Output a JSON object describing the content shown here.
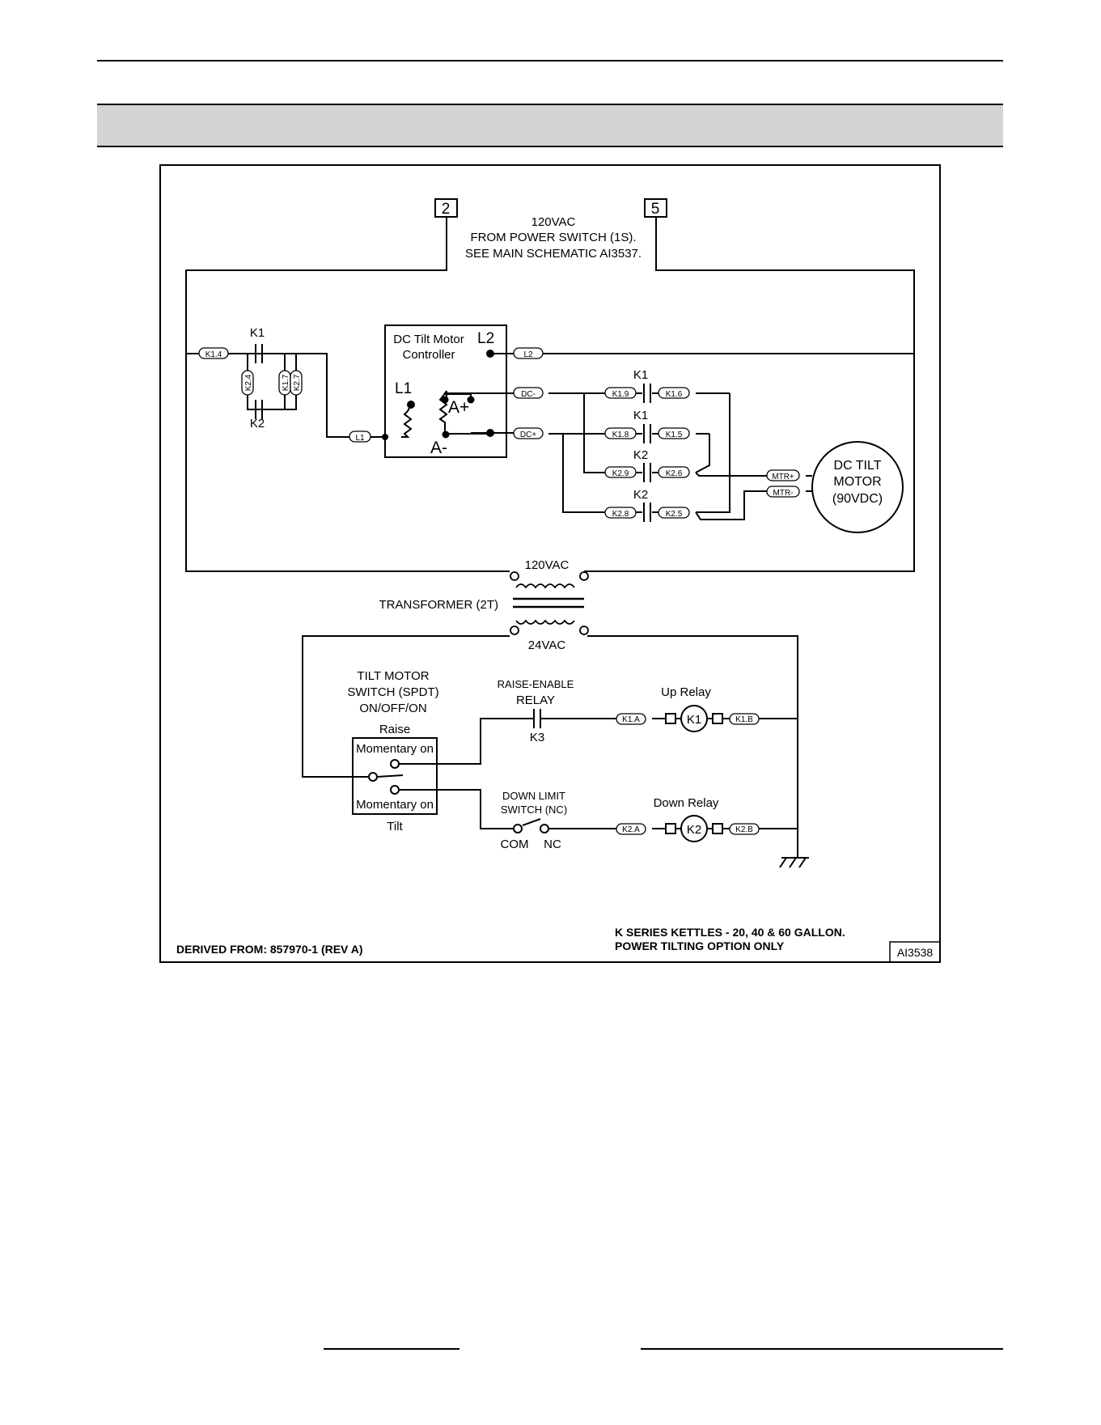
{
  "frame": {
    "drawing_number": "AI3538"
  },
  "supply": {
    "terminal_left": "2",
    "terminal_right": "5",
    "note_line1": "120VAC",
    "note_line2": "FROM POWER SWITCH (1S).",
    "note_line3": "SEE MAIN SCHEMATIC AI3537."
  },
  "controller": {
    "title_line1": "DC Tilt Motor",
    "title_line2": "Controller",
    "l1": "L1",
    "l2": "L2",
    "a_plus": "A+",
    "a_minus": "A-"
  },
  "relays": {
    "k1": "K1",
    "k2": "K2",
    "k3": "K3"
  },
  "wire_tags": {
    "k14": "K1.4",
    "k24": "K2.4",
    "k17": "K1.7",
    "k27": "K2.7",
    "l1": "L1",
    "l2": "L2",
    "dc_minus": "DC-",
    "dc_plus": "DC+",
    "k19": "K1.9",
    "k16": "K1.6",
    "k18": "K1.8",
    "k15": "K1.5",
    "k29": "K2.9",
    "k26": "K2.6",
    "k28": "K2.8",
    "k25": "K2.5",
    "mtr_plus": "MTR+",
    "mtr_minus": "MTR-",
    "k1a": "K1.A",
    "k1b": "K1.B",
    "k2a": "K2.A",
    "k2b": "K2.B"
  },
  "motor": {
    "line1": "DC TILT",
    "line2": "MOTOR",
    "line3": "(90VDC)"
  },
  "transformer": {
    "primary": "120VAC",
    "label": "TRANSFORMER (2T)",
    "secondary": "24VAC"
  },
  "tilt_switch": {
    "title_line1": "TILT MOTOR",
    "title_line2": "SWITCH (SPDT)",
    "title_line3": "ON/OFF/ON",
    "raise": "Raise",
    "upper_position": "Momentary on",
    "lower_position": "Momentary on",
    "tilt": "Tilt"
  },
  "raise_relay": {
    "line1": "RAISE-ENABLE",
    "line2": "RELAY"
  },
  "down_limit": {
    "line1": "DOWN LIMIT",
    "line2": "SWITCH (NC)",
    "com": "COM",
    "nc": "NC"
  },
  "coils": {
    "up_label": "Up Relay",
    "down_label": "Down Relay",
    "k1": "K1",
    "k2": "K2"
  },
  "footer": {
    "derived": "DERIVED FROM: 857970-1 (REV A)",
    "series_line1": "K SERIES KETTLES - 20, 40 & 60 GALLON.",
    "series_line2": "POWER TILTING OPTION ONLY"
  }
}
